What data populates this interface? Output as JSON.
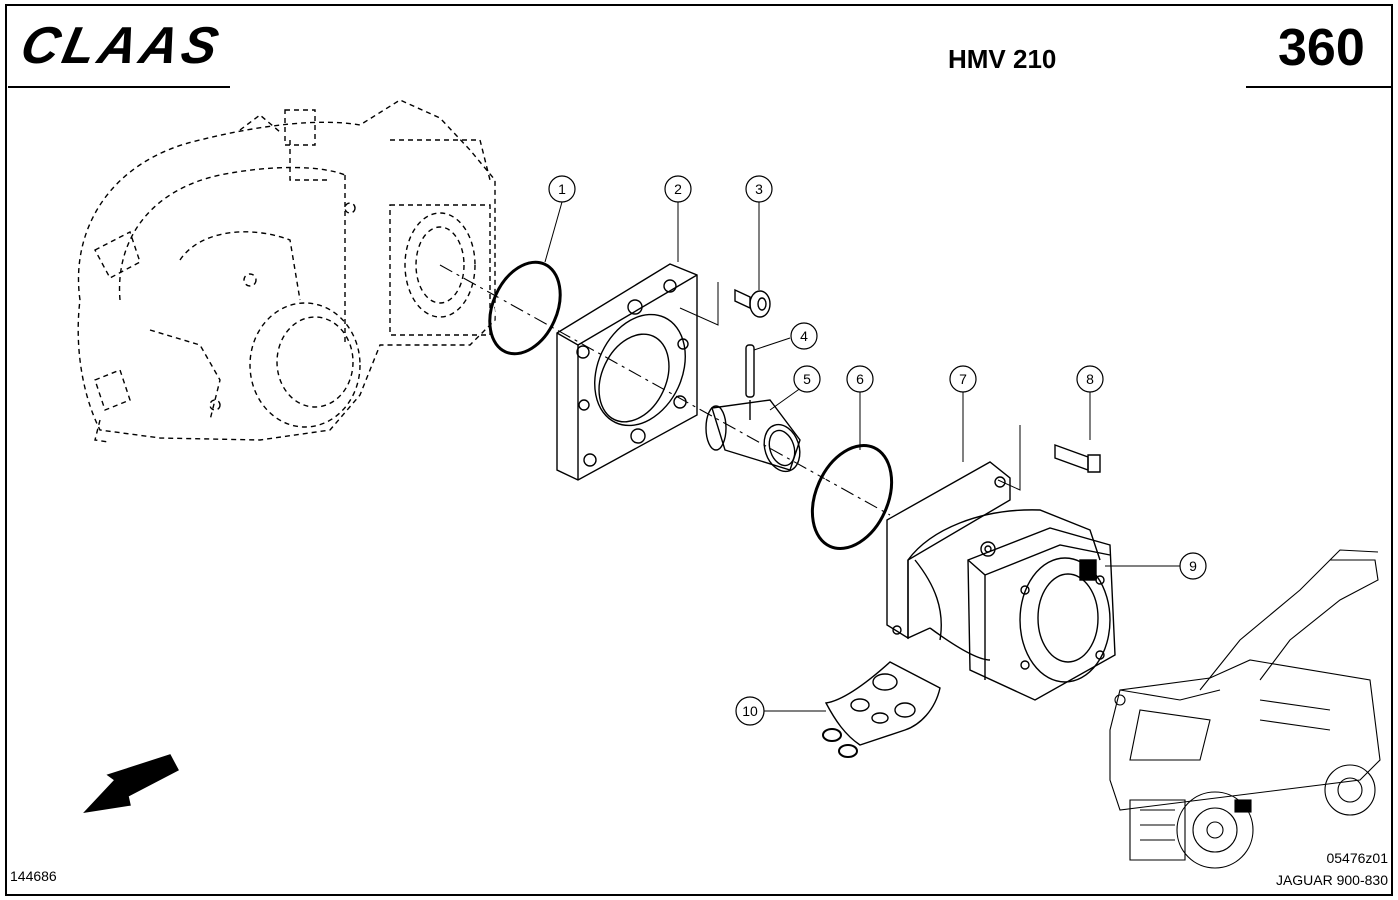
{
  "header": {
    "brand": "CLAAS",
    "model": "HMV 210",
    "page_number": "360"
  },
  "footer": {
    "drawing_code": "144686",
    "figure_code": "05476z01",
    "machine": "JAGUAR 900-830"
  },
  "callouts": [
    "1",
    "2",
    "3",
    "4",
    "5",
    "6",
    "7",
    "8",
    "9",
    "10"
  ],
  "colors": {
    "ink": "#000000",
    "paper": "#ffffff"
  }
}
